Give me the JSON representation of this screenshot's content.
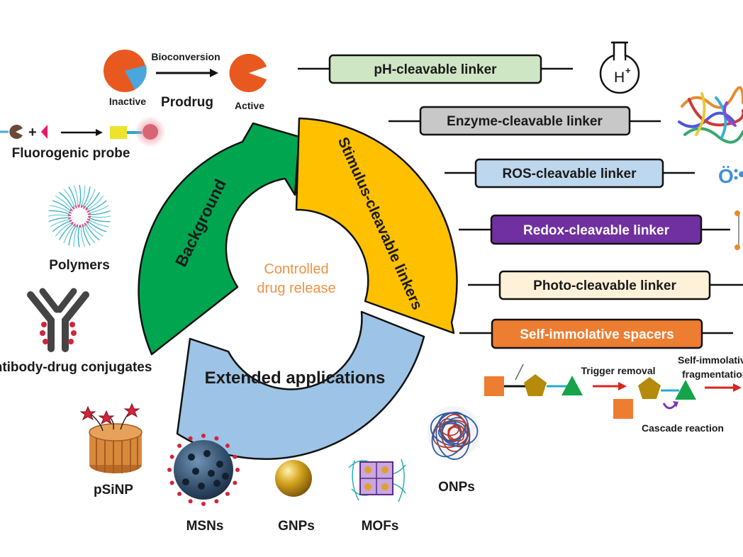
{
  "center": {
    "line1": "Controlled",
    "line2": "drug release"
  },
  "segments": {
    "background": "Background",
    "stimulus": "Stimulus-cleavable linkers",
    "extended": "Extended applications"
  },
  "prodrug": {
    "bioconversion": "Bioconversion",
    "inactive": "Inactive",
    "prodrug": "Prodrug",
    "active": "Active"
  },
  "left_items": {
    "fluorogenic": "Fluorogenic probe",
    "polymers": "Polymers",
    "adc": "Antibody-drug conjugates"
  },
  "linkers": [
    {
      "label": "pH-cleavable linker",
      "fill": "#cfe6c4",
      "text_color": "#1a1a1a"
    },
    {
      "label": "Enzyme-cleavable linker",
      "fill": "#c8c8c8",
      "text_color": "#1a1a1a"
    },
    {
      "label": "ROS-cleavable linker",
      "fill": "#bdd7ee",
      "text_color": "#1a1a1a"
    },
    {
      "label": "Redox-cleavable linker",
      "fill": "#7030a0",
      "text_color": "#ffffff"
    },
    {
      "label": "Photo-cleavable linker",
      "fill": "#fdf2d9",
      "text_color": "#1a1a1a"
    },
    {
      "label": "Self-immolative spacers",
      "fill": "#ed7d31",
      "text_color": "#ffffff"
    }
  ],
  "flask": {
    "label": "H",
    "sup": "+"
  },
  "self_immolative": {
    "trigger": "Trigger removal",
    "fragment_line1": "Self-immolative",
    "fragment_line2": "fragmentation",
    "cascade": "Cascade reaction"
  },
  "nanocarriers": {
    "psinp": "pSiNP",
    "msns": "MSNs",
    "gnps": "GNPs",
    "mofs": "MOFs",
    "onps": "ONPs"
  },
  "colors": {
    "background_segment": "#00a550",
    "stimulus_segment": "#ffc000",
    "extended_segment": "#9dc3e6",
    "center_text": "#ee9244",
    "pacman": "#e8591f"
  }
}
